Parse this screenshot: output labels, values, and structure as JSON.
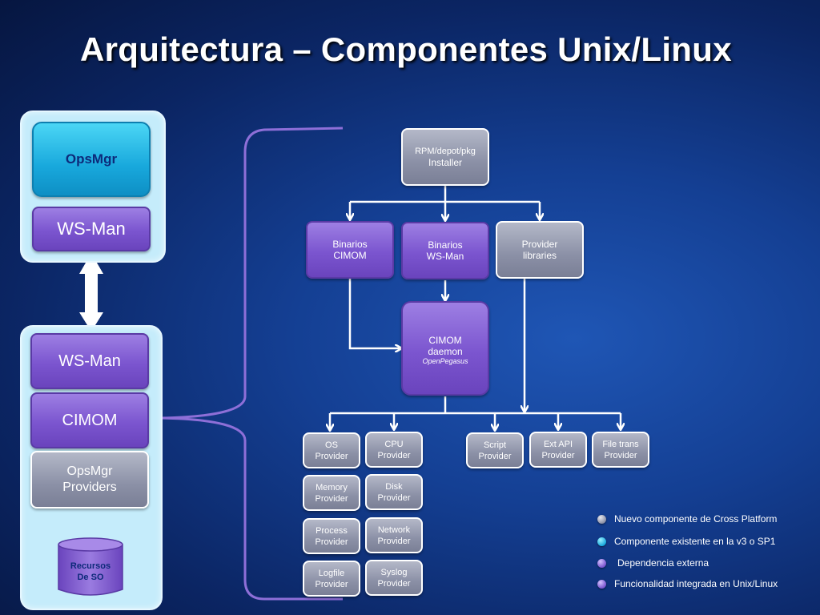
{
  "title": "Arquitectura – Componentes Unix/Linux",
  "left": {
    "top_panel": {
      "opsmgr": "OpsMgr",
      "wsman": "WS-Man"
    },
    "bottom_panel": {
      "wsman": "WS-Man",
      "cimom": "CIMOM",
      "providers": [
        "OpsMgr",
        "Providers"
      ],
      "resources": [
        "Recursos",
        "De SO"
      ]
    }
  },
  "diagram": {
    "installer": [
      "RPM/depot/pkg",
      "Installer"
    ],
    "binarios_cimom": [
      "Binarios",
      "CIMOM"
    ],
    "binarios_wsman": [
      "Binarios",
      "WS-Man"
    ],
    "provider_libraries": [
      "Provider",
      "libraries"
    ],
    "cimom_daemon": [
      "CIMOM",
      "daemon"
    ],
    "cimom_daemon_sub": "OpenPegasus",
    "providers": [
      [
        "OS",
        "Provider"
      ],
      [
        "CPU",
        "Provider"
      ],
      [
        "Memory",
        "Provider"
      ],
      [
        "Disk",
        "Provider"
      ],
      [
        "Process",
        "Provider"
      ],
      [
        "Network",
        "Provider"
      ],
      [
        "Logfile",
        "Provider"
      ],
      [
        "Syslog",
        "Provider"
      ],
      [
        "Script",
        "Provider"
      ],
      [
        "Ext API",
        "Provider"
      ],
      [
        "File trans",
        "Provider"
      ]
    ]
  },
  "legend": [
    {
      "label": "Nuevo componente de Cross Platform",
      "color": "#8b90a6"
    },
    {
      "label": "Componente existente en la v3 o SP1",
      "color": "#18a8dc"
    },
    {
      "label": "Dependencia externa",
      "color": "#7b55cf"
    },
    {
      "label": "Funcionalidad integrada en Unix/Linux",
      "color": "#7b55cf"
    }
  ]
}
